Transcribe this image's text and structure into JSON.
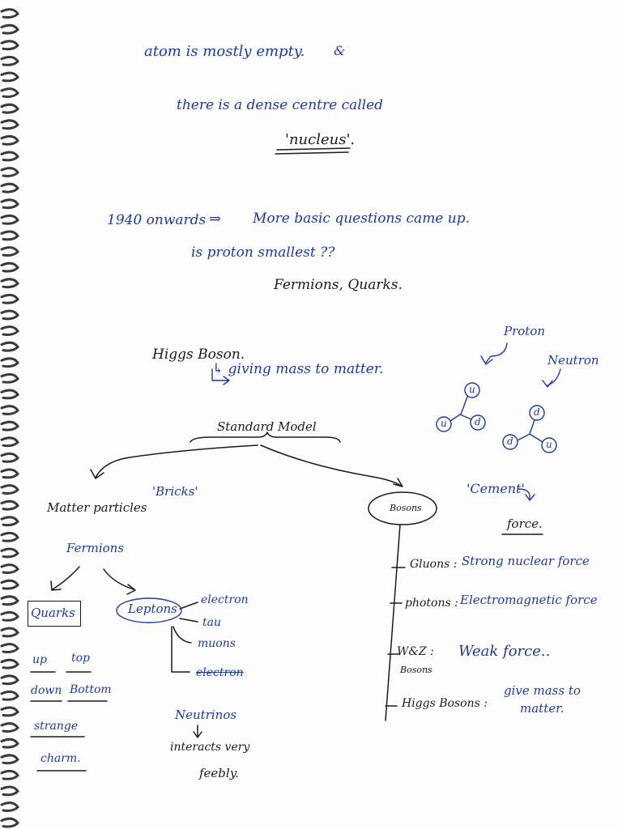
{
  "notes": {
    "line1": "atom is mostly empty.",
    "line1_amp": "&",
    "line2": "there is a dense centre called",
    "line3": "'nucleus'.",
    "line4_year": "1940 onwards",
    "line4_arrow": "⇒",
    "line4_rest": "More basic questions came up.",
    "line5": "is proton smallest ??",
    "line6": "Fermions, Quarks.",
    "line7": "Higgs Boson.",
    "line8": "↳ giving mass to matter.",
    "proton_label": "Proton",
    "neutron_label": "Neutron",
    "proton_quarks": [
      "u",
      "u",
      "d"
    ],
    "neutron_quarks": [
      "d",
      "d",
      "u"
    ]
  },
  "standard_model": {
    "title": "Standard Model",
    "matter_label": "Matter particles",
    "bricks_label": "'Bricks'",
    "bosons_label": "Bosons",
    "cement_label": "'Cement'",
    "force_label": "force.",
    "fermions_label": "Fermions",
    "quarks_label": "Quarks",
    "leptons_label": "Leptons",
    "quark_types": [
      "up",
      "top",
      "down",
      "Bottom",
      "strange",
      "charm."
    ],
    "lepton_types": [
      "electron",
      "tau",
      "muons",
      "electron"
    ],
    "neutrinos_label": "Neutrinos",
    "neutrinos_note_1": "interacts very",
    "neutrinos_note_2": "feebly.",
    "boson_entries": [
      {
        "name": "Gluons :",
        "desc": "Strong nuclear force"
      },
      {
        "name": "photons :",
        "desc": "Electromagnetic force"
      },
      {
        "name": "W&Z :",
        "sub": "Bosons",
        "desc": "Weak force.."
      },
      {
        "name": "Higgs Bosons :",
        "desc": "give mass to",
        "desc2": "matter."
      }
    ]
  },
  "colors": {
    "blue_ink": "#1f3a9e",
    "black_ink": "#1b1b1b",
    "paper": "#fdfdfd",
    "spiral": "#3a3a3a"
  }
}
